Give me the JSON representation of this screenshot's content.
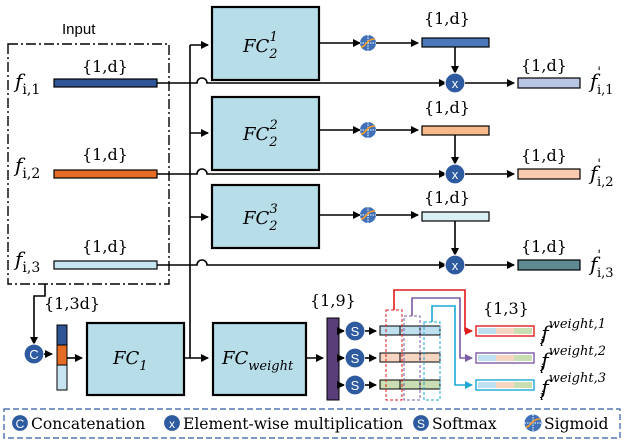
{
  "input_label": "Input",
  "dim_1d": "{1,d}",
  "dim_13d": "{1,3d}",
  "dim_19": "{1,9}",
  "dim_13": "{1,3}",
  "inputs": [
    {
      "base": "f",
      "sub": "i,1",
      "color": "#2f5597"
    },
    {
      "base": "f",
      "sub": "i,2",
      "color": "#e46c25"
    },
    {
      "base": "f",
      "sub": "i,3",
      "color": "#c7e4f2"
    }
  ],
  "fc2": [
    {
      "base": "FC",
      "sub": "2",
      "sup": "1",
      "vec_color": "#4a78b8"
    },
    {
      "base": "FC",
      "sub": "2",
      "sup": "2",
      "vec_color": "#f7b98a"
    },
    {
      "base": "FC",
      "sub": "2",
      "sup": "3",
      "vec_color": "#daeef6"
    }
  ],
  "outputs": [
    {
      "base": "f",
      "sub": "i,1",
      "sup": "'",
      "color": "#b9c6e4"
    },
    {
      "base": "f",
      "sub": "i,2",
      "sup": "'",
      "color": "#f8cbb0"
    },
    {
      "base": "f",
      "sub": "i,3",
      "sup": "'",
      "color": "#5e8a93"
    }
  ],
  "fc1": {
    "base": "FC",
    "sub": "1"
  },
  "fc_weight": {
    "base": "FC",
    "sub": "weight"
  },
  "weights": [
    {
      "base": "f",
      "sub": "i",
      "sup": "weight,1",
      "color": "#e31a1c"
    },
    {
      "base": "f",
      "sub": "i",
      "sup": "weight,2",
      "color": "#7b5ba6"
    },
    {
      "base": "f",
      "sub": "i",
      "sup": "weight,3",
      "color": "#1ea7d6"
    }
  ],
  "symbols": {
    "concat": "C",
    "multiply": "x",
    "softmax": "S"
  },
  "legend": [
    {
      "symbol": "C",
      "label": "Concatenation",
      "icon": "concatenation-icon"
    },
    {
      "symbol": "x",
      "label": "Element-wise multiplication",
      "icon": "multiply-icon"
    },
    {
      "symbol": "S",
      "label": "Softmax",
      "icon": "softmax-icon"
    },
    {
      "symbol": "",
      "label": "Sigmoid",
      "icon": "sigmoid-icon"
    }
  ],
  "colors": {
    "fc_fill": "#b7dde8",
    "op_circle": "#2e5aa0",
    "softmax_vec": "#5a3e7a",
    "sm_vec1": "#bfe0ee",
    "sm_vec2": "#f6d6c2",
    "sm_vec3": "#c9dfb3"
  }
}
